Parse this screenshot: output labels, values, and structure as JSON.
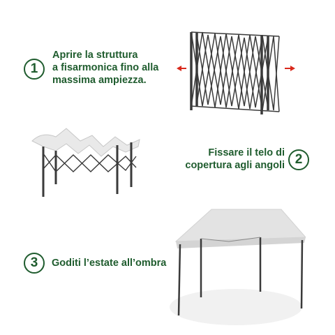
{
  "colors": {
    "accent": "#1f5c2e",
    "frame": "#3a3a3a",
    "canopy": "#e9e9e9",
    "arrow": "#d9291c"
  },
  "steps": [
    {
      "number": "1",
      "lines": [
        "Aprire la struttura",
        "a fisarmonica fino alla",
        "massima ampiezza."
      ]
    },
    {
      "number": "2",
      "lines": [
        "Fissare il telo di",
        "copertura agli angoli"
      ]
    },
    {
      "number": "3",
      "lines": [
        "Goditi l’estate all’ombra"
      ]
    }
  ],
  "icons": [
    "expand-left-arrow-icon",
    "expand-right-arrow-icon"
  ]
}
